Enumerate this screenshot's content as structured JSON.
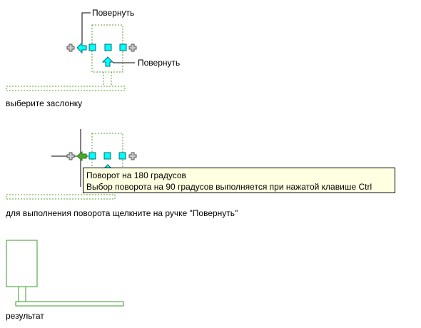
{
  "step1": {
    "callout_top": "Повернуть",
    "callout_bottom": "Повернуть",
    "caption": "выберите заслонку"
  },
  "step2": {
    "tooltip_line1": "Поворот на 180 градусов",
    "tooltip_line2": "Выбор поворота на 90 градусов выполняется при нажатой клавише Ctrl",
    "caption": "для выполнения поворота щелкните на ручке \"Повернуть\""
  },
  "step3": {
    "caption": "результат"
  },
  "colors": {
    "grip": "#00ffff",
    "dashed": "#5aa02c",
    "solid_outline": "#3c9a28",
    "tooltip_bg": "#ffffe1"
  },
  "icons": [
    "plus-grip-icon",
    "rotate-arrow-left-icon",
    "rotate-arrow-up-icon",
    "crosshair-cursor-icon"
  ]
}
